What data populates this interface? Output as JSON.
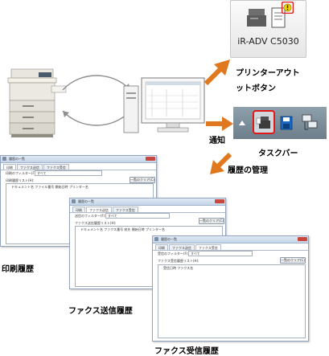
{
  "printer_button": {
    "model_name": "iR-ADV C5030",
    "caption_line1": "プリンターアウト",
    "caption_line2": "ットボタン"
  },
  "taskbar": {
    "notify_label": "通知",
    "caption": "タスクバー"
  },
  "history_caption": "履歴の管理",
  "dialogs": {
    "print": {
      "title": "履歴の一覧",
      "tabs": [
        "印刷",
        "ファクス送信",
        "ファクス受信"
      ],
      "filter_label": "印刷のフィルター(F):",
      "filter_value": "すべて",
      "list_label": "印刷履歴リスト(H):",
      "button": "一覧のクリア(C)",
      "columns": "ドキュメント名 ファイル番号 開始日時 プリンター名",
      "caption": "印刷履歴"
    },
    "fax_send": {
      "title": "履歴の一覧",
      "tabs": [
        "印刷",
        "ファクス送信",
        "ファクス受信"
      ],
      "filter_label": "送信のフィルター(F):",
      "filter_value": "すべて",
      "list_label": "ファクス送信履歴リスト(H):",
      "button": "一覧のクリア(C)",
      "columns": "ドキュメント名 ファクス番号 宛先 開始日時 プリンター名",
      "caption": "ファクス送信履歴"
    },
    "fax_receive": {
      "title": "履歴の一覧",
      "tabs": [
        "印刷",
        "ファクス送信",
        "ファクス受信"
      ],
      "filter_label": "受信のフィルター(F):",
      "filter_value": "すべて",
      "list_label": "ファクス受信履歴リスト(H):",
      "button": "一覧のクリア(C)",
      "columns": "受信日時 ファクス名",
      "caption": "ファクス受信履歴"
    }
  },
  "colors": {
    "arrow": "#e07820",
    "highlight": "#e01818",
    "taskbar": "#7b8c99",
    "warning": "#f2d000"
  }
}
